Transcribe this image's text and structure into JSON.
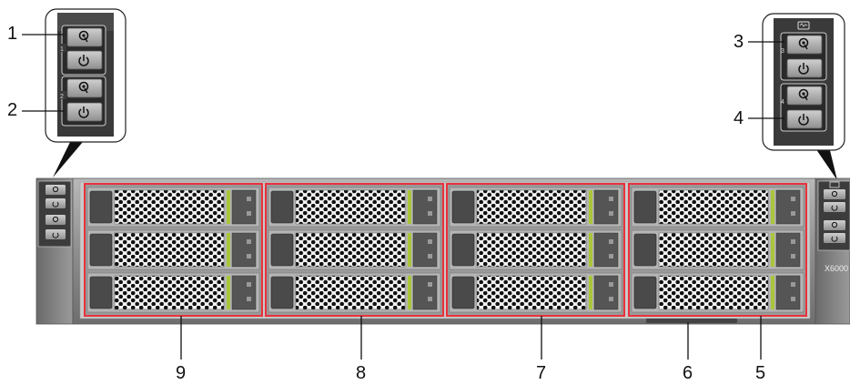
{
  "callouts": {
    "c1": "1",
    "c2": "2",
    "c3": "3",
    "c4": "4",
    "c5": "5",
    "c6": "6",
    "c7": "7",
    "c8": "8",
    "c9": "9"
  },
  "panel_left": {
    "port_a": "1",
    "port_b": "2"
  },
  "panel_right": {
    "port_a": "3",
    "port_b": "4"
  },
  "chassis": {
    "model_label": "X6000"
  },
  "icons": {
    "uid_button": "uid-button-icon",
    "power_button": "power-button-icon",
    "health_indicator": "health-indicator-icon"
  },
  "colors": {
    "highlight": "#e8323c",
    "drive_status": "#a9c63b",
    "bezel": "#8a8a8a",
    "panel": "#3a3a3a"
  }
}
